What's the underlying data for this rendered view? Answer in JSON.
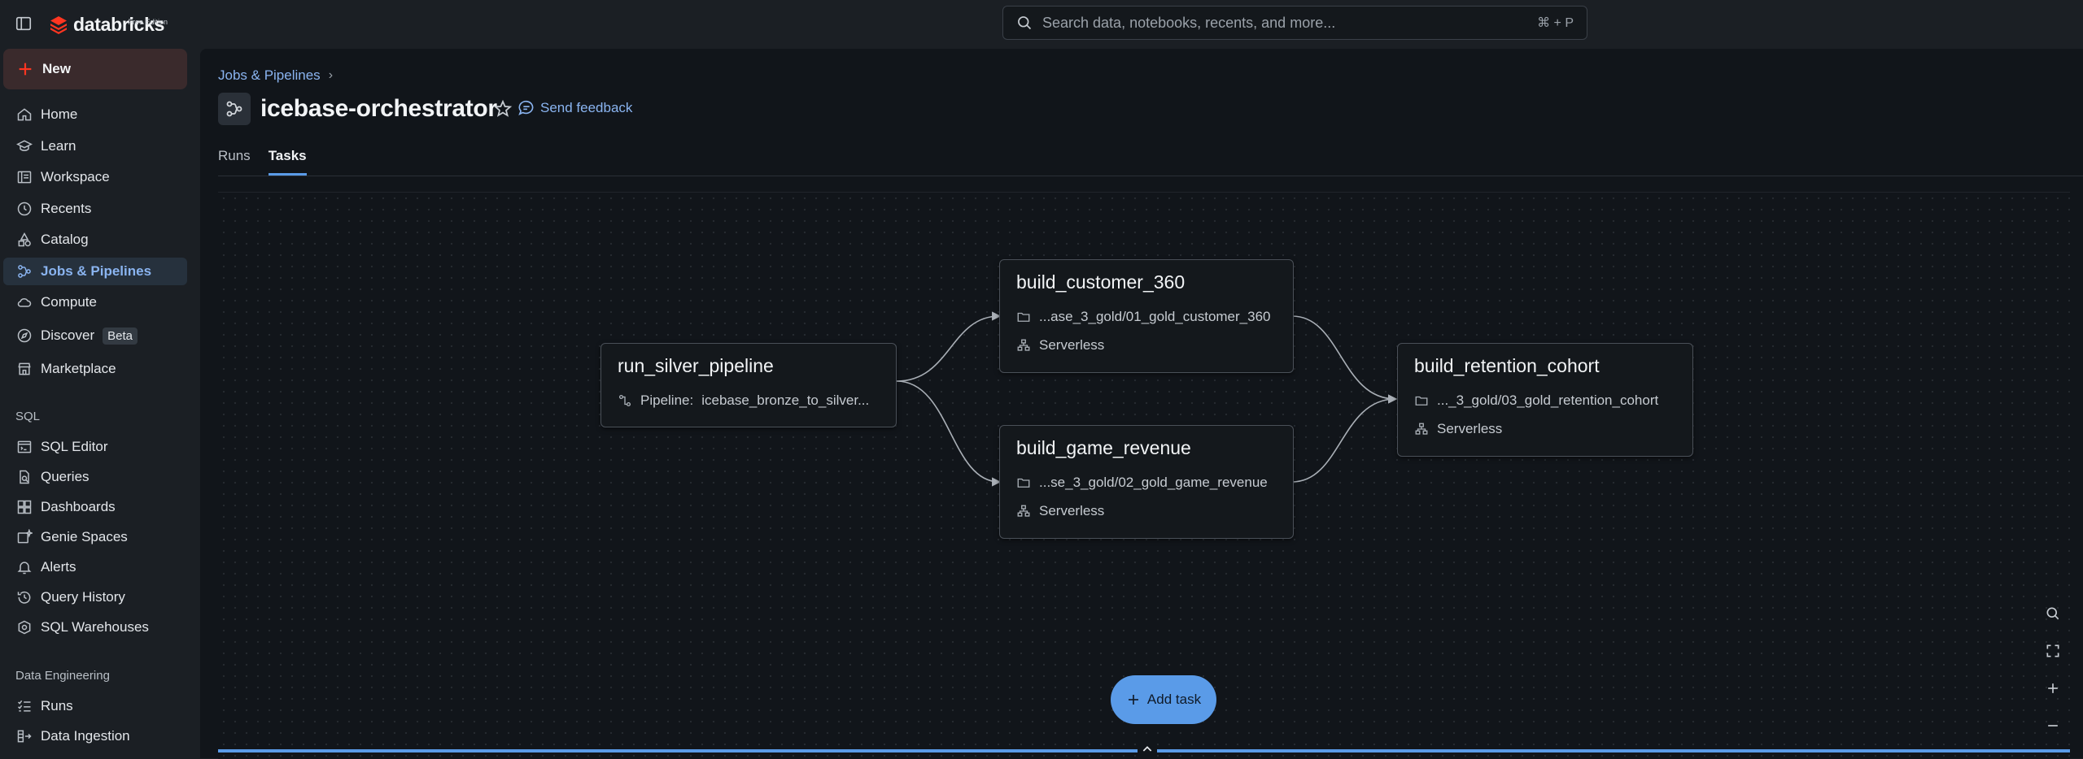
{
  "brand": {
    "name": "databricks",
    "edition": "Free Edition",
    "accent": "#ff3621"
  },
  "search": {
    "placeholder": "Search data, notebooks, recents, and more...",
    "shortcut": "⌘ + P"
  },
  "sidebar": {
    "new_label": "New",
    "items": [
      {
        "label": "Home",
        "icon": "home-icon"
      },
      {
        "label": "Learn",
        "icon": "graduation-cap-icon"
      },
      {
        "label": "Workspace",
        "icon": "workspace-icon"
      },
      {
        "label": "Recents",
        "icon": "clock-icon"
      },
      {
        "label": "Catalog",
        "icon": "catalog-icon"
      },
      {
        "label": "Jobs & Pipelines",
        "icon": "workflows-icon",
        "active": true
      },
      {
        "label": "Compute",
        "icon": "cloud-icon"
      },
      {
        "label": "Discover",
        "icon": "compass-icon",
        "badge": "Beta"
      },
      {
        "label": "Marketplace",
        "icon": "store-icon"
      }
    ],
    "sql_section": "SQL",
    "sql_items": [
      {
        "label": "SQL Editor",
        "icon": "sql-editor-icon"
      },
      {
        "label": "Queries",
        "icon": "query-icon"
      },
      {
        "label": "Dashboards",
        "icon": "dashboard-icon"
      },
      {
        "label": "Genie Spaces",
        "icon": "genie-icon"
      },
      {
        "label": "Alerts",
        "icon": "bell-icon"
      },
      {
        "label": "Query History",
        "icon": "history-icon"
      },
      {
        "label": "SQL Warehouses",
        "icon": "warehouse-icon"
      }
    ],
    "de_section": "Data Engineering",
    "de_items": [
      {
        "label": "Runs",
        "icon": "runs-icon"
      },
      {
        "label": "Data Ingestion",
        "icon": "ingestion-icon"
      }
    ]
  },
  "header": {
    "breadcrumb": "Jobs & Pipelines",
    "title": "icebase-orchestrator",
    "feedback": "Send feedback",
    "tabs": [
      {
        "label": "Runs"
      },
      {
        "label": "Tasks",
        "active": true
      }
    ]
  },
  "dag": {
    "nodes": [
      {
        "title": "run_silver_pipeline",
        "rows": [
          {
            "icon": "pipeline-icon",
            "prefix": "Pipeline:",
            "text": "icebase_bronze_to_silver..."
          }
        ]
      },
      {
        "title": "build_customer_360",
        "rows": [
          {
            "icon": "folder-icon",
            "text": "...ase_3_gold/01_gold_customer_360"
          },
          {
            "icon": "compute-icon",
            "text": "Serverless"
          }
        ]
      },
      {
        "title": "build_game_revenue",
        "rows": [
          {
            "icon": "folder-icon",
            "text": "...se_3_gold/02_gold_game_revenue"
          },
          {
            "icon": "compute-icon",
            "text": "Serverless"
          }
        ]
      },
      {
        "title": "build_retention_cohort",
        "rows": [
          {
            "icon": "folder-icon",
            "text": "..._3_gold/03_gold_retention_cohort"
          },
          {
            "icon": "compute-icon",
            "text": "Serverless"
          }
        ]
      }
    ],
    "add_task": "Add task"
  }
}
